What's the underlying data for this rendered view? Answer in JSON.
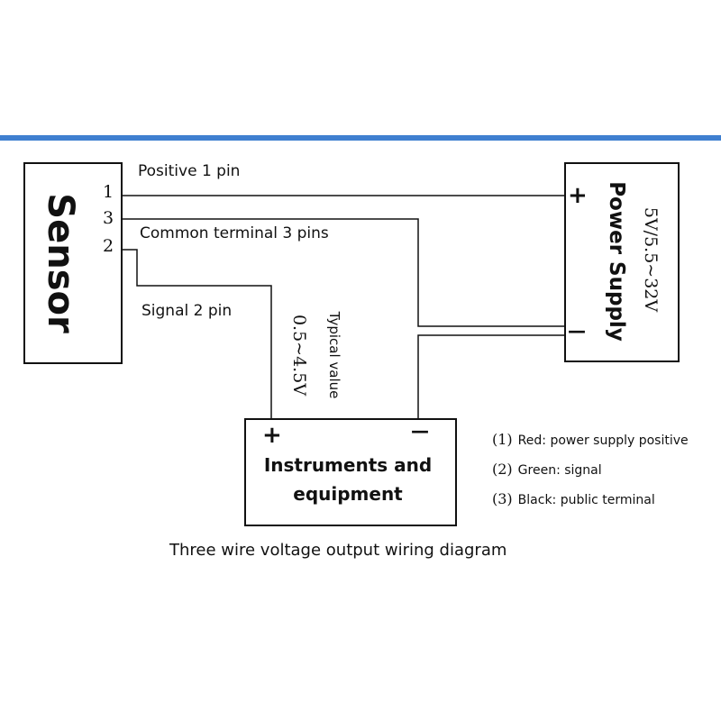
{
  "sensor": {
    "title": "Sensor",
    "pins": [
      "1",
      "3",
      "2"
    ]
  },
  "power_supply": {
    "title": "Power Supply",
    "voltage": "5V/5.5~32V",
    "plus": "+",
    "minus": "—"
  },
  "instrument": {
    "title_line1": "Instruments and",
    "title_line2": "equipment",
    "plus": "+",
    "minus": "—"
  },
  "labels": {
    "positive": "Positive 1 pin",
    "common": "Common terminal 3 pins",
    "signal": "Signal 2 pin",
    "typical": "Typical value",
    "typical_voltage": "0.5~4.5V"
  },
  "legend": [
    {
      "num": "(1)",
      "text": "Red: power supply positive"
    },
    {
      "num": "(2)",
      "text": "Green: signal"
    },
    {
      "num": "(3)",
      "text": "Black: public terminal"
    }
  ],
  "caption": "Three wire voltage output wiring diagram",
  "colors": {
    "accent_bar": "#3f7fd0",
    "line": "#111111",
    "background": "#ffffff"
  }
}
